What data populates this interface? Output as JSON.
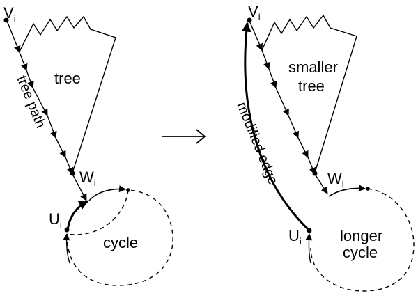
{
  "left_panel": {
    "v_main": "V",
    "v_sub": "i",
    "w_main": "W",
    "w_sub": "i",
    "u_main": "U",
    "u_sub": "i",
    "tree_label": "tree",
    "path_label": "tree path",
    "cycle_label": "cycle"
  },
  "transition_arrow": "→",
  "right_panel": {
    "v_main": "V",
    "v_sub": "i",
    "w_main": "W",
    "w_sub": "i",
    "u_main": "U",
    "u_sub": "i",
    "tree_line1": "smaller",
    "tree_line2": "tree",
    "edge_label": "modified edge",
    "cycle_line1": "longer",
    "cycle_line2": "cycle"
  },
  "colors": {
    "ink": "#000000",
    "background": "#ffffff"
  }
}
